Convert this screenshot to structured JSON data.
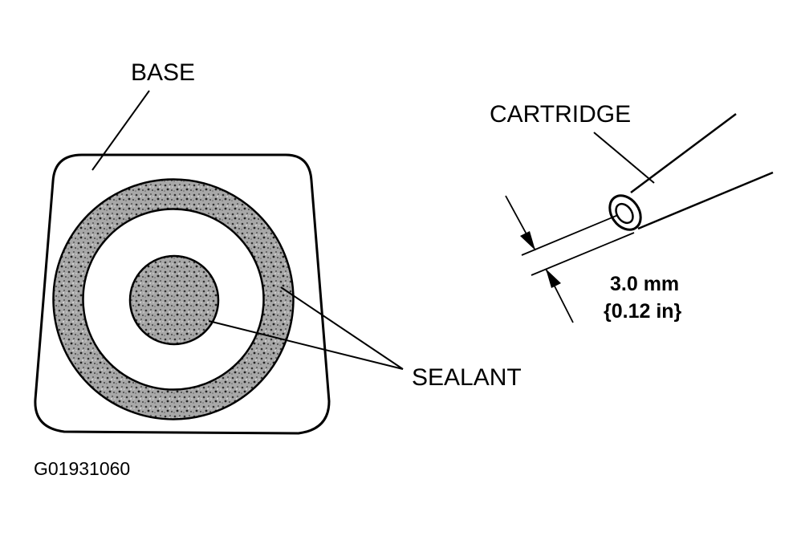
{
  "labels": {
    "base": "BASE",
    "cartridge": "CARTRIDGE",
    "sealant": "SEALANT",
    "dimension_mm": "3.0 mm",
    "dimension_in": "{0.12 in}",
    "figure_code": "G01931060"
  },
  "colors": {
    "ink": "#000000",
    "background": "#ffffff",
    "sealant_fill": "#9a9a9a"
  }
}
